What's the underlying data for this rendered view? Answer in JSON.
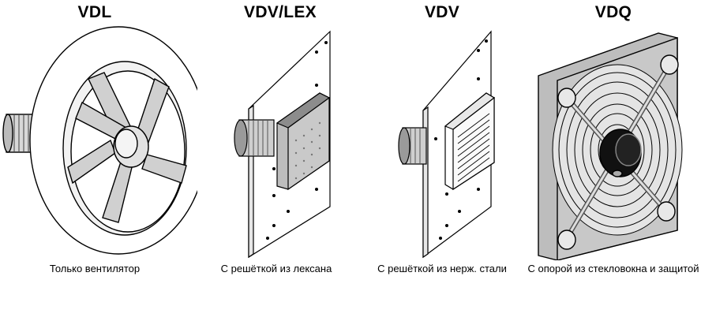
{
  "products": [
    {
      "model": "VDL",
      "caption": "Только вентилятор"
    },
    {
      "model": "VDV/LEX",
      "caption": "С решёткой из лексана"
    },
    {
      "model": "VDV",
      "caption": "С решёткой из нерж. стали"
    },
    {
      "model": "VDQ",
      "caption": "С опорой из стекловокна и защитой"
    }
  ]
}
